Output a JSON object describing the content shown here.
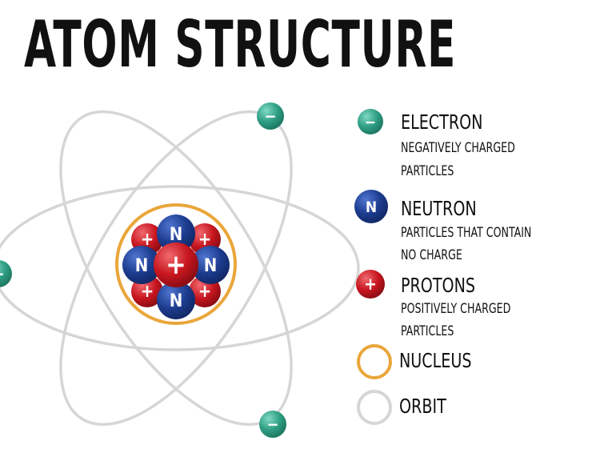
{
  "title": "ATOM STRUCTURE",
  "colors": {
    "electron": "#2e9e84",
    "neutron": "#1d3c8f",
    "proton": "#c8161f",
    "nucleus_ring": "#eaa63a",
    "orbit": "#d6d6d6"
  },
  "symbols": {
    "electron": "−",
    "neutron": "N",
    "proton": "+"
  },
  "legend": [
    {
      "icon": "electron-icon",
      "name": "ELECTRON",
      "desc1": "NEGATIVELY CHARGED",
      "desc2": "PARTICLES"
    },
    {
      "icon": "neutron-icon",
      "name": "NEUTRON",
      "desc1": "PARTICLES THAT CONTAIN",
      "desc2": "NO CHARGE"
    },
    {
      "icon": "proton-icon",
      "name": "PROTONS",
      "desc1": "POSITIVELY CHARGED",
      "desc2": "PARTICLES"
    },
    {
      "icon": "nucleus-ring-icon",
      "name": "NUCLEUS"
    },
    {
      "icon": "orbit-ring-icon",
      "name": "ORBIT"
    }
  ]
}
